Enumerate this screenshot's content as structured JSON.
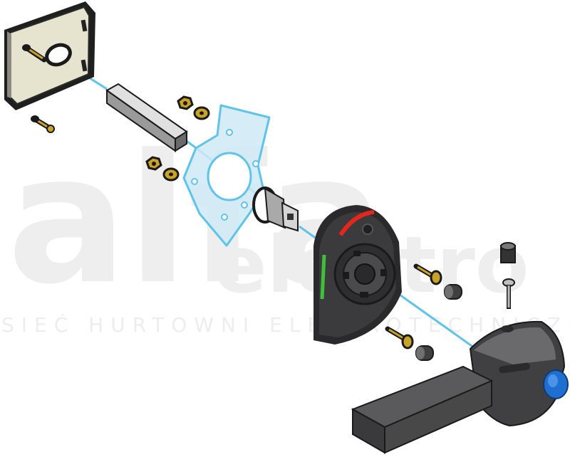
{
  "watermark": {
    "brand_line1": "alfa",
    "brand_line2": "elektro",
    "tagline": "SIEĆ HURTOWNI ELEKTROTECHNICZNYCH"
  },
  "colors": {
    "axis_line": "#5ec4ec",
    "plate_fill": "#e6e4cf",
    "plate_frame": "#2a2a2a",
    "brass": "#c9a326",
    "dial_body": "#3b3b3d",
    "dial_red_mark": "#e4261c",
    "dial_green_mark": "#3fbf3a",
    "flange_fill": "#cfe9f6",
    "handle_body": "#505052",
    "knob_blue": "#1f6fd1",
    "watermark": "#ececec"
  },
  "parts": [
    "cover-plate",
    "screw",
    "square-shaft",
    "nut",
    "washer",
    "mounting-flange",
    "shaft-coupler",
    "indicator-dial",
    "handle-lever",
    "lock-knob"
  ]
}
